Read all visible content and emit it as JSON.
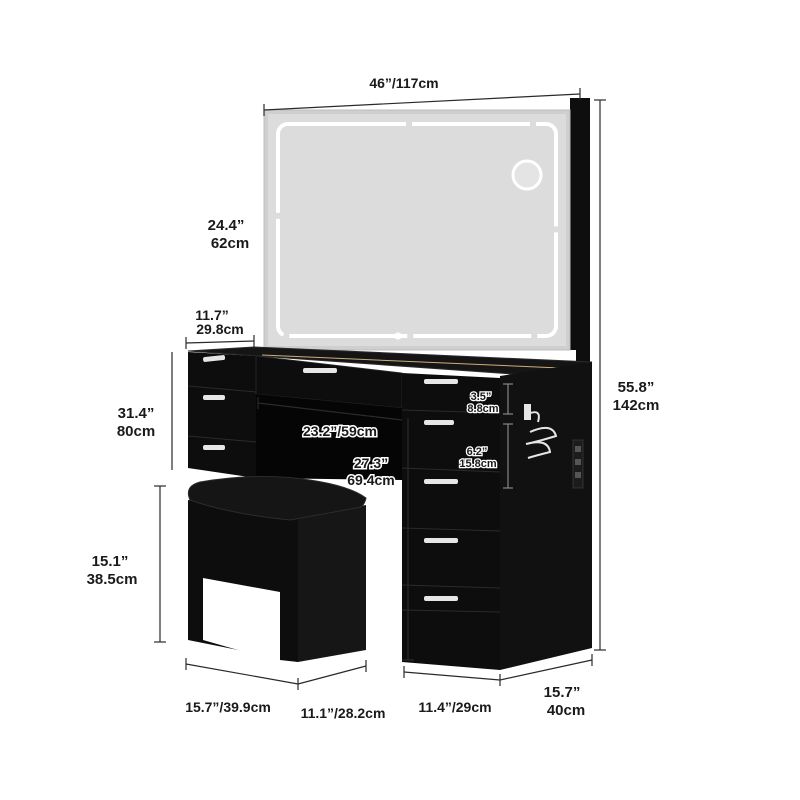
{
  "product": {
    "name": "vanity-desk-dimensions",
    "colors": {
      "body": "#0e0e0e",
      "body_edge": "#2b2b2b",
      "mirror_glass": "#dcdcdc",
      "led_strip": "#ffffff",
      "handle": "#e6e6e6",
      "stool_cushion": "#151515"
    }
  },
  "dimensions": {
    "mirror_width": "46”/117cm",
    "mirror_height_in": "24.4”",
    "mirror_height_cm": "62cm",
    "top_depth_in": "11.7”",
    "top_depth_cm": "29.8cm",
    "desk_height_in": "31.4”",
    "desk_height_cm": "80cm",
    "total_height_in": "55.8”",
    "total_height_cm": "142cm",
    "kneehole_width": "23.2”/59cm",
    "kneehole_height_in": "27.3”",
    "kneehole_height_cm": "69.4cm",
    "small_drawer_in": "3.5”",
    "small_drawer_cm": "8.8cm",
    "large_drawer_in": "6.2”",
    "large_drawer_cm": "15.8cm",
    "stool_height_in": "15.1”",
    "stool_height_cm": "38.5cm",
    "stool_width": "15.7”/39.9cm",
    "stool_depth": "11.1”/28.2cm",
    "cabinet_width": "11.4”/29cm",
    "desk_depth_in": "15.7”",
    "desk_depth_cm": "40cm"
  }
}
